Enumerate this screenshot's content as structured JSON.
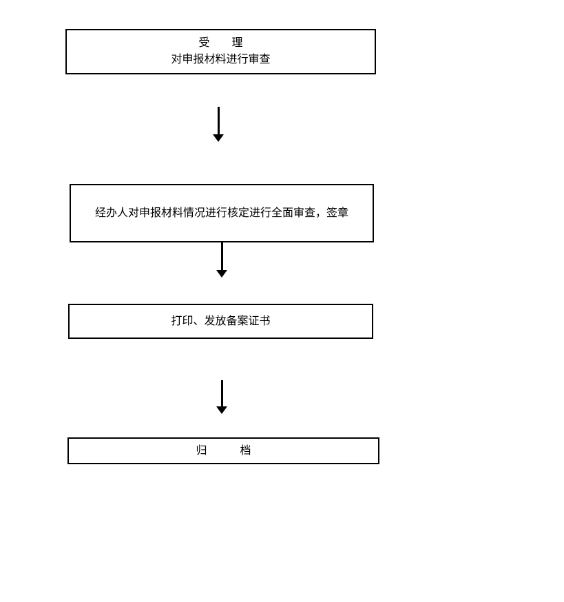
{
  "diagram": {
    "type": "flowchart",
    "colors": {
      "background": "#ffffff",
      "box_border": "#000000",
      "text": "#000000",
      "arrow": "#000000"
    },
    "nodes": [
      {
        "lines": [
          "受　　理",
          "对申报材料进行审查"
        ]
      },
      {
        "lines": [
          "经办人对申报材料情况进行核定进行全面审查，签章"
        ]
      },
      {
        "lines": [
          "打印、发放备案证书"
        ]
      },
      {
        "lines": [
          "归　　　档"
        ]
      }
    ],
    "connectors": [
      {
        "from_node": 0,
        "to_node": 1,
        "direction": "down"
      },
      {
        "from_node": 1,
        "to_node": 2,
        "direction": "down"
      },
      {
        "from_node": 2,
        "to_node": 3,
        "direction": "down"
      }
    ]
  }
}
